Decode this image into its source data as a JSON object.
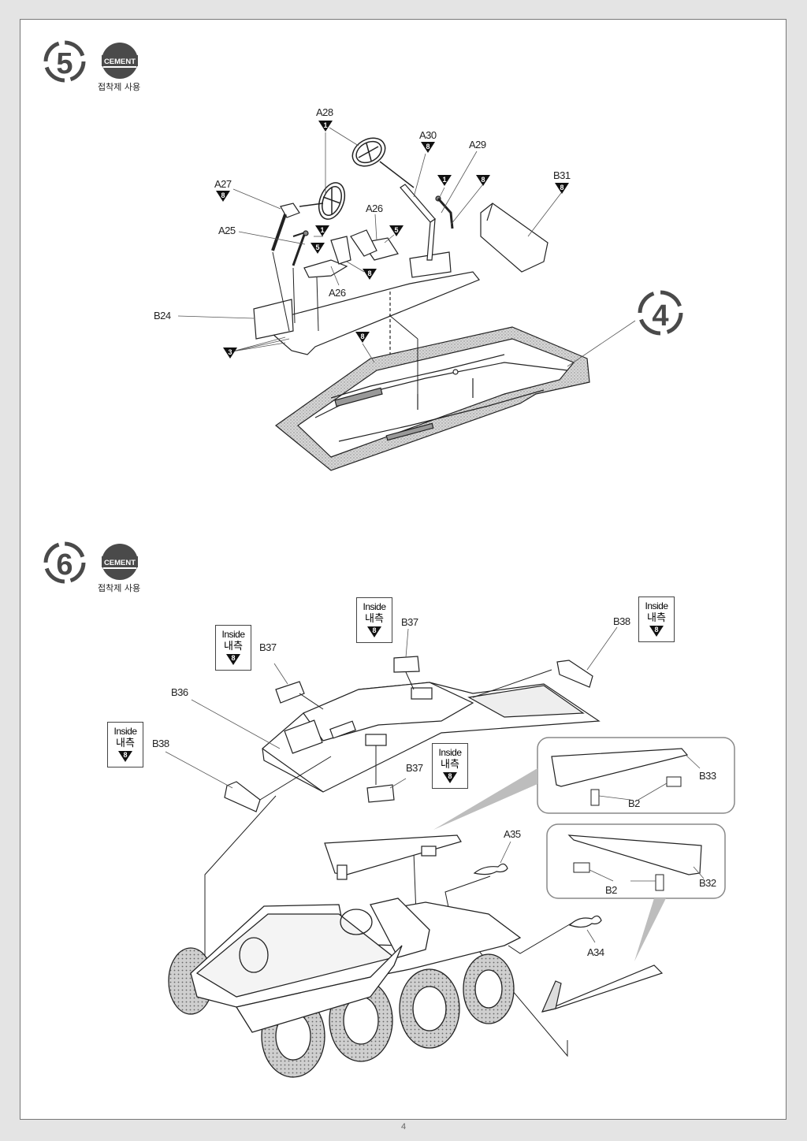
{
  "page": {
    "number": "4"
  },
  "steps": [
    {
      "number": "5",
      "cement_label": "CEMENT",
      "cement_caption": "접착제 사용",
      "ref_step": "4",
      "parts": [
        {
          "id": "A28",
          "marker": "1"
        },
        {
          "id": "A30",
          "marker": "8"
        },
        {
          "id": "A29",
          "marker": "8"
        },
        {
          "id": "A29b",
          "marker": "1"
        },
        {
          "id": "B31",
          "marker": "8"
        },
        {
          "id": "A27",
          "marker": "8"
        },
        {
          "id": "A26",
          "marker": "5"
        },
        {
          "id": "A25",
          "marker": "1"
        },
        {
          "id": "A26b",
          "marker": "5"
        },
        {
          "id": "A26c",
          "marker": "8"
        },
        {
          "id": "B24",
          "marker": "3"
        },
        {
          "id": "hull",
          "marker": "8"
        }
      ],
      "labels": {
        "A28": "A28",
        "A30": "A30",
        "A29": "A29",
        "B31": "B31",
        "A27": "A27",
        "A26_top": "A26",
        "A25": "A25",
        "A26_bottom": "A26",
        "B24": "B24"
      }
    },
    {
      "number": "6",
      "cement_label": "CEMENT",
      "cement_caption": "접착제 사용",
      "inside_notes": [
        {
          "en": "Inside",
          "ko": "내측",
          "marker": "8"
        },
        {
          "en": "Inside",
          "ko": "내측",
          "marker": "8"
        },
        {
          "en": "Inside",
          "ko": "내측",
          "marker": "8"
        },
        {
          "en": "Inside",
          "ko": "내측",
          "marker": "8"
        },
        {
          "en": "Inside",
          "ko": "내측",
          "marker": "8"
        }
      ],
      "labels": {
        "B37_left": "B37",
        "B37_top": "B37",
        "B38_right": "B38",
        "B36": "B36",
        "B38_left": "B38",
        "B37_bottom": "B37",
        "A35": "A35",
        "A34": "A34",
        "B33": "B33",
        "B2_upper": "B2",
        "B32": "B32",
        "B2_lower": "B2"
      }
    }
  ],
  "colors": {
    "ink": "#222222",
    "badge": "#4a4a4a",
    "page_bg": "#e4e4e4",
    "texture": "#bdbdbd"
  }
}
